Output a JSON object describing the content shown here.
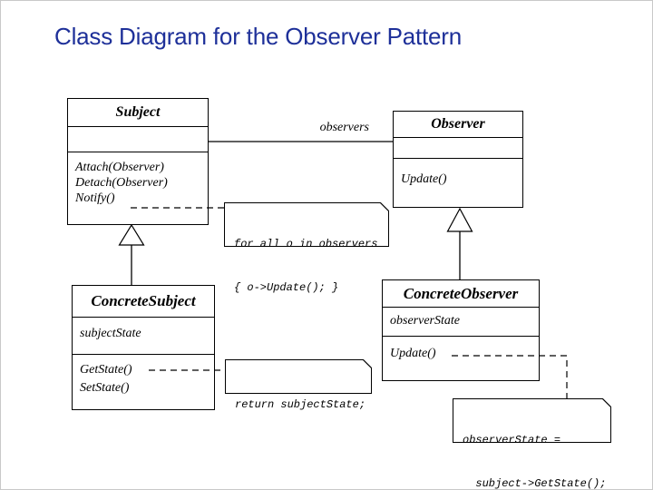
{
  "slide": {
    "title": "Class Diagram for the Observer Pattern"
  },
  "colors": {
    "title_blue": "#1e3099",
    "line": "#000000",
    "background": "#ffffff"
  },
  "diagram": {
    "classes": [
      {
        "name": "Subject",
        "attributes": [],
        "methods": [
          "Attach(Observer)",
          "Detach(Observer)",
          "Notify()"
        ]
      },
      {
        "name": "Observer",
        "attributes": [],
        "methods": [
          "Update()"
        ]
      },
      {
        "name": "ConcreteSubject",
        "attributes": [
          "subjectState"
        ],
        "methods": [
          "GetState()",
          "SetState()"
        ]
      },
      {
        "name": "ConcreteObserver",
        "attributes": [
          "observerState"
        ],
        "methods": [
          "Update()"
        ]
      }
    ],
    "association_label": "observers",
    "notes": [
      {
        "lines": [
          "for all o in observers",
          "{ o->Update(); }"
        ]
      },
      {
        "lines": [
          "return subjectState;"
        ]
      },
      {
        "lines": [
          "observerState =",
          "  subject->GetState();"
        ]
      }
    ]
  }
}
